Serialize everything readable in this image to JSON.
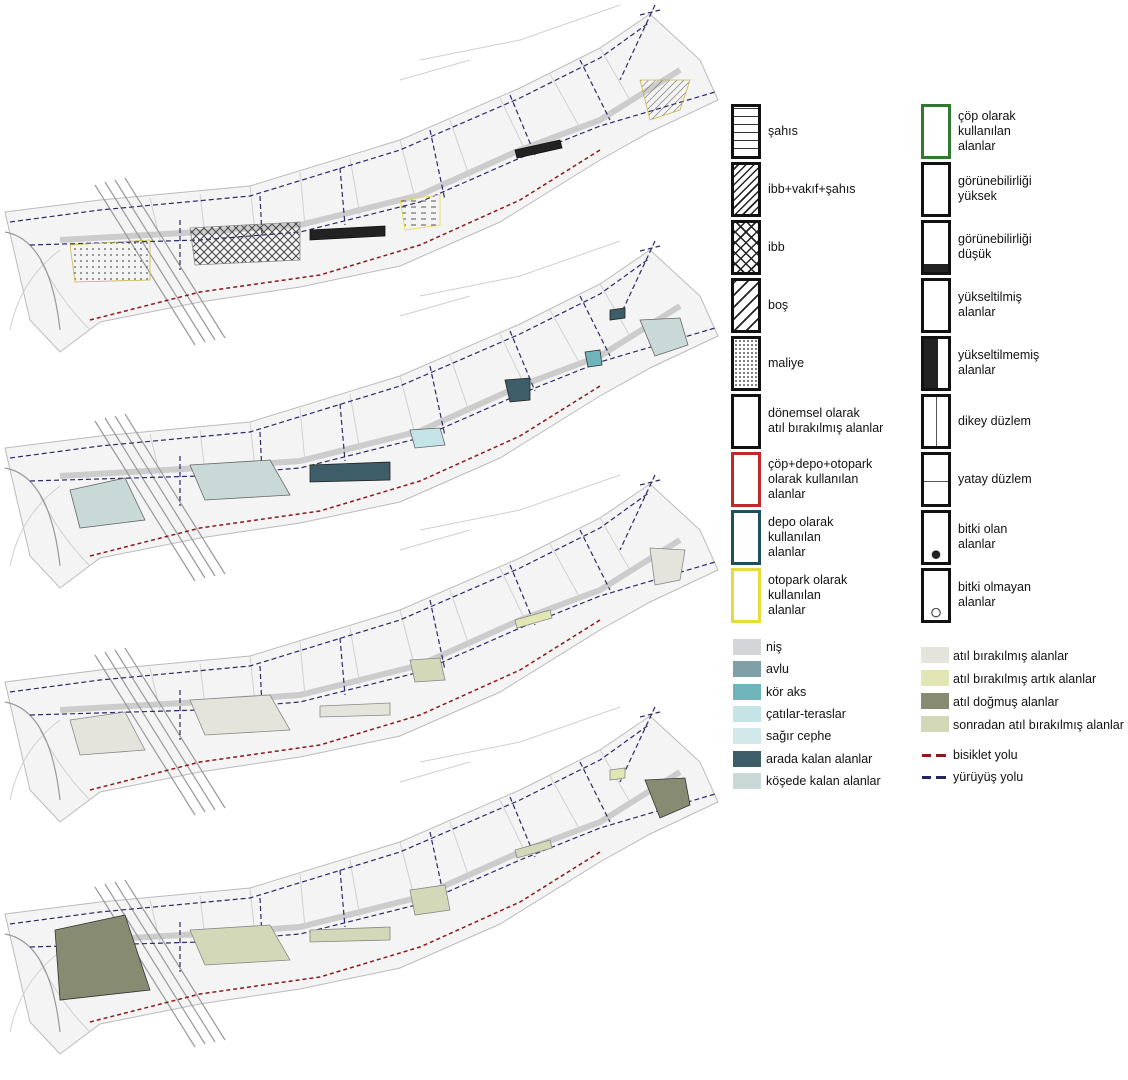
{
  "legend_left": [
    {
      "label": "şahıs",
      "pattern": "dashes",
      "border": "#111111"
    },
    {
      "label": "ibb+vakıf+şahıs",
      "pattern": "dense-diagonal",
      "border": "#111111"
    },
    {
      "label": "ibb",
      "pattern": "crosshatch",
      "border": "#111111"
    },
    {
      "label": "boş",
      "pattern": "diagonal",
      "border": "#111111"
    },
    {
      "label": "maliye",
      "pattern": "dots",
      "border": "#111111"
    },
    {
      "label": "dönemsel olarak\natıl bırakılmış alanlar",
      "pattern": "none",
      "border": "#111111"
    },
    {
      "label": "çöp+depo+otopark\nolarak kullanılan\nalanlar",
      "pattern": "none",
      "border": "#c0282a"
    },
    {
      "label": "depo olarak\nkullanılan\nalanlar",
      "pattern": "none",
      "border": "#1f4e5c"
    },
    {
      "label": "otopark olarak\nkullanılan\nalanlar",
      "pattern": "none",
      "border": "#e6dc3c"
    }
  ],
  "legend_right": [
    {
      "label": "çöp olarak\nkullanılan\nalanlar",
      "pattern": "none",
      "border": "#2f7a2f"
    },
    {
      "label": "görünebilirliği\nyüksek",
      "pattern": "none",
      "border": "#111111"
    },
    {
      "label": "görünebilirliği\ndüşük",
      "pattern": "bottom-bar",
      "border": "#111111"
    },
    {
      "label": "yükseltilmiş\nalanlar",
      "pattern": "none",
      "border": "#111111"
    },
    {
      "label": "yükseltilmemiş\nalanlar",
      "pattern": "left-fill",
      "border": "#111111"
    },
    {
      "label": "dikey düzlem",
      "pattern": "vertical-line",
      "border": "#111111"
    },
    {
      "label": "yatay düzlem",
      "pattern": "horizontal-line",
      "border": "#111111"
    },
    {
      "label": "bitki olan\nalanlar",
      "pattern": "filled-dot",
      "border": "#111111"
    },
    {
      "label": "bitki olmayan\nalanlar",
      "pattern": "empty-dot",
      "border": "#111111"
    }
  ],
  "color_legend_left": [
    {
      "label": "niş",
      "color": "#d3d5d8"
    },
    {
      "label": "avlu",
      "color": "#7fa0a6"
    },
    {
      "label": "kör aks",
      "color": "#6fb3bb"
    },
    {
      "label": "çatılar-teraslar",
      "color": "#c4e4e8"
    },
    {
      "label": "sağır cephe",
      "color": "#d3e8e8"
    },
    {
      "label": "arada kalan alanlar",
      "color": "#3d5e68"
    },
    {
      "label": "köşede kalan alanlar",
      "color": "#c9d9d8"
    }
  ],
  "color_legend_right": [
    {
      "label": "atıl bırakılmış alanlar",
      "color": "#e4e4dc"
    },
    {
      "label": "atıl bırakılmış artık alanlar",
      "color": "#e1e6b4"
    },
    {
      "label": "atıl doğmuş alanlar",
      "color": "#878b72"
    },
    {
      "label": "sonradan atıl bırakılmış alanlar",
      "color": "#d3d8b8"
    }
  ],
  "path_legend": [
    {
      "label": "bisiklet yolu",
      "color": "#8b1a1a"
    },
    {
      "label": "yürüyüş yolu",
      "color": "#24245e"
    }
  ]
}
